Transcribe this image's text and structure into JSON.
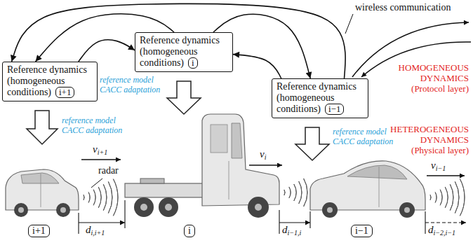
{
  "diagram": {
    "nodes": [
      {
        "text": [
          "Reference dynamics (homogeneous conditions)"
        ]
      },
      {
        "text": [
          "i+1"
        ],
        "in": 0
      },
      {
        "text": [
          "Reference dynamics (homogeneous conditions)"
        ]
      },
      {
        "text": [
          "i"
        ],
        "in": 2
      },
      {
        "text": [
          "Reference dynamics (homogeneous conditions)"
        ]
      },
      {
        "text": [
          "i−1"
        ],
        "in": 4
      },
      {
        "text": [
          "i+1"
        ]
      },
      {
        "text": [
          "i"
        ]
      },
      {
        "text": [
          "i−1"
        ]
      }
    ],
    "edges": [
      {
        "from": 0,
        "to": 2,
        "arrow": "to"
      },
      {
        "from": 2,
        "to": 0,
        "arrow": "to"
      },
      {
        "from": 2,
        "to": 4,
        "arrow": "to"
      },
      {
        "from": 4,
        "to": 2,
        "arrow": "to"
      },
      {
        "from": 4,
        "to": 0,
        "arrow": "to"
      }
    ],
    "labels": [
      "wireless communication",
      "HOMOGENEOUS DYNAMICS (Protocol layer)",
      "HETEROGENEOUS DYNAMICS (Physical layer)",
      "reference model CACC adaptation",
      "reference model CACC adaptation",
      "reference model CACC adaptation",
      "vi+1",
      "vi",
      "vi−1",
      "radar",
      "di,i+1",
      "di−1,i",
      "di−2,i−1"
    ]
  }
}
